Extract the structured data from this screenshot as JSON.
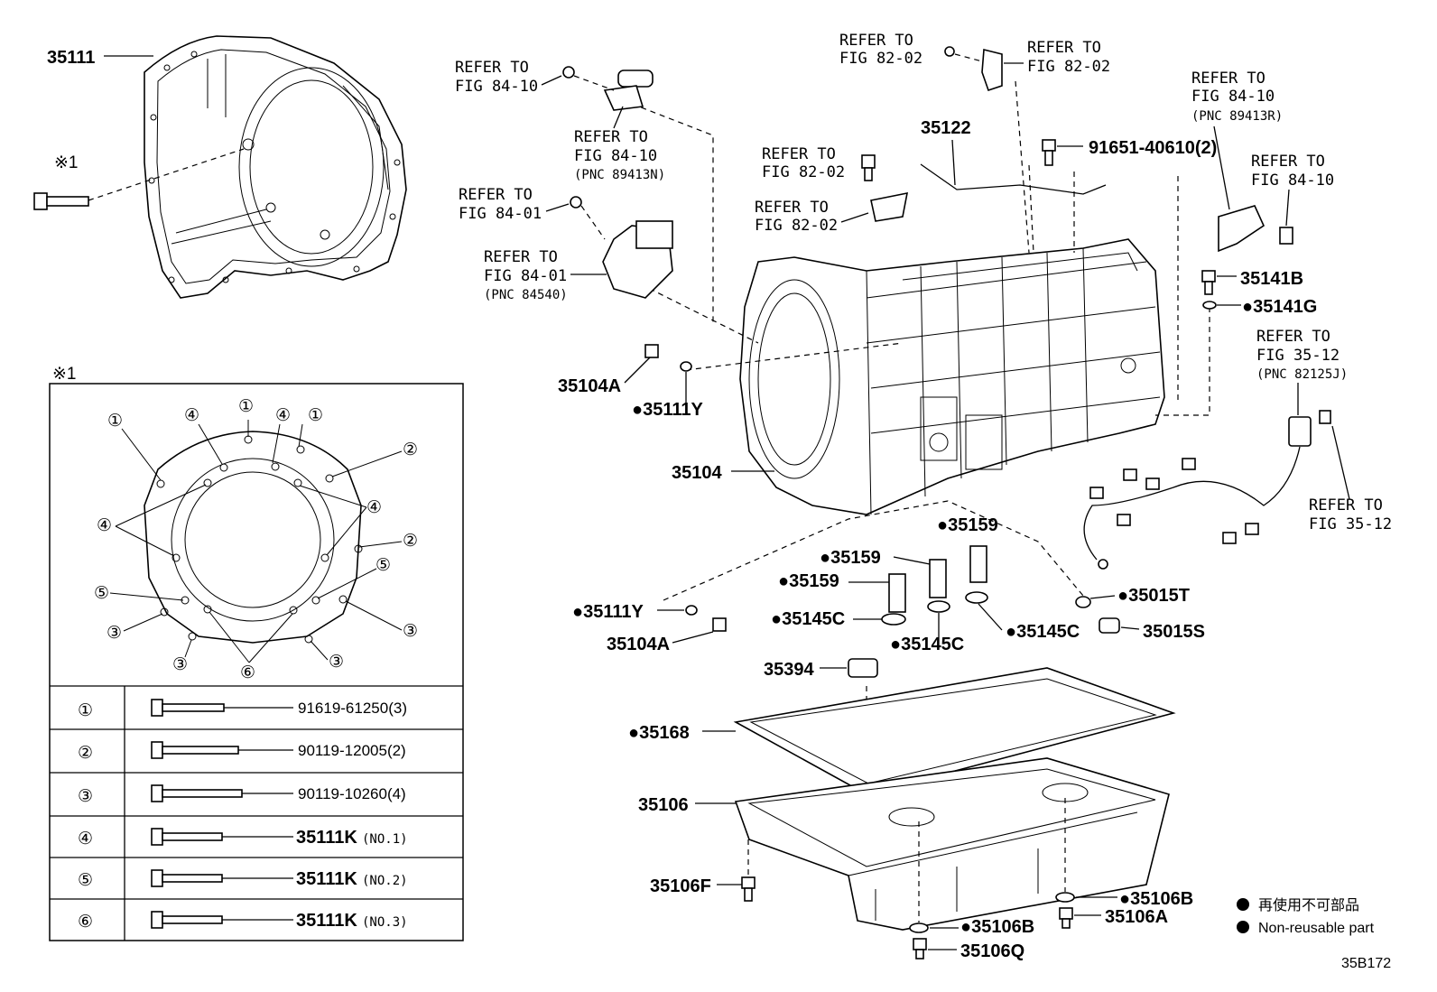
{
  "callouts": {
    "bell_housing": "35111",
    "note_mark": "※1",
    "sensor_conn": "35122",
    "case": "35104",
    "plug_left": "35104A",
    "oring_left": "●35111Y",
    "oring_left2": "●35111Y",
    "plug_left2": "35104A",
    "bolt_cap_b": "35141B",
    "gasket_g": "●35141G",
    "sleeve1": "●35159",
    "sleeve2": "●35159",
    "sleeve3": "●35159",
    "washer1": "●35145C",
    "washer2": "●35145C",
    "washer3": "●35145C",
    "oring_t": "●35015T",
    "sensor_s": "35015S",
    "strainer": "35394",
    "gasket_pan": "●35168",
    "oil_pan": "35106",
    "plug_f": "35106F",
    "plug_b1": "●35106B",
    "plug_b2": "●35106B",
    "plug_a": "35106A",
    "plug_q": "35106Q",
    "bolt_91651": "91651-40610(2)"
  },
  "refs": {
    "r1a": "REFER TO",
    "r1b": "FIG 84-10",
    "r2a": "REFER TO",
    "r2b": "FIG 84-10",
    "r2c": "(PNC 89413N)",
    "r3a": "REFER TO",
    "r3b": "FIG 84-01",
    "r4a": "REFER TO",
    "r4b": "FIG 84-01",
    "r4c": "(PNC 84540)",
    "r5a": "REFER TO",
    "r5b": "FIG 82-02",
    "r6a": "REFER TO",
    "r6b": "FIG 82-02",
    "r7a": "REFER TO",
    "r7b": "FIG 82-02",
    "r8a": "REFER TO",
    "r8b": "FIG 82-02",
    "r9a": "REFER TO",
    "r9b": "FIG 84-10",
    "r9c": "(PNC 89413R)",
    "r10a": "REFER TO",
    "r10b": "FIG 84-10",
    "r11a": "REFER TO",
    "r11b": "FIG 35-12",
    "r11c": "(PNC 82125J)",
    "r12a": "REFER TO",
    "r12b": "FIG 35-12"
  },
  "inset": {
    "title": "※1",
    "numbers": [
      "①",
      "①",
      "①",
      "②",
      "②",
      "③",
      "③",
      "③",
      "③",
      "④",
      "④",
      "④",
      "④",
      "⑤",
      "⑤",
      "⑥"
    ],
    "rows": [
      {
        "key": "①",
        "part": "91619-61250(3)",
        "note": ""
      },
      {
        "key": "②",
        "part": "90119-12005(2)",
        "note": ""
      },
      {
        "key": "③",
        "part": "90119-10260(4)",
        "note": ""
      },
      {
        "key": "④",
        "part": "35111K",
        "note": "(NO.1)"
      },
      {
        "key": "⑤",
        "part": "35111K",
        "note": "(NO.2)"
      },
      {
        "key": "⑥",
        "part": "35111K",
        "note": "(NO.3)"
      }
    ]
  },
  "legend": {
    "line1": "再使用不可部品",
    "line2": "Non-reusable part"
  },
  "figure_id": "35B172"
}
